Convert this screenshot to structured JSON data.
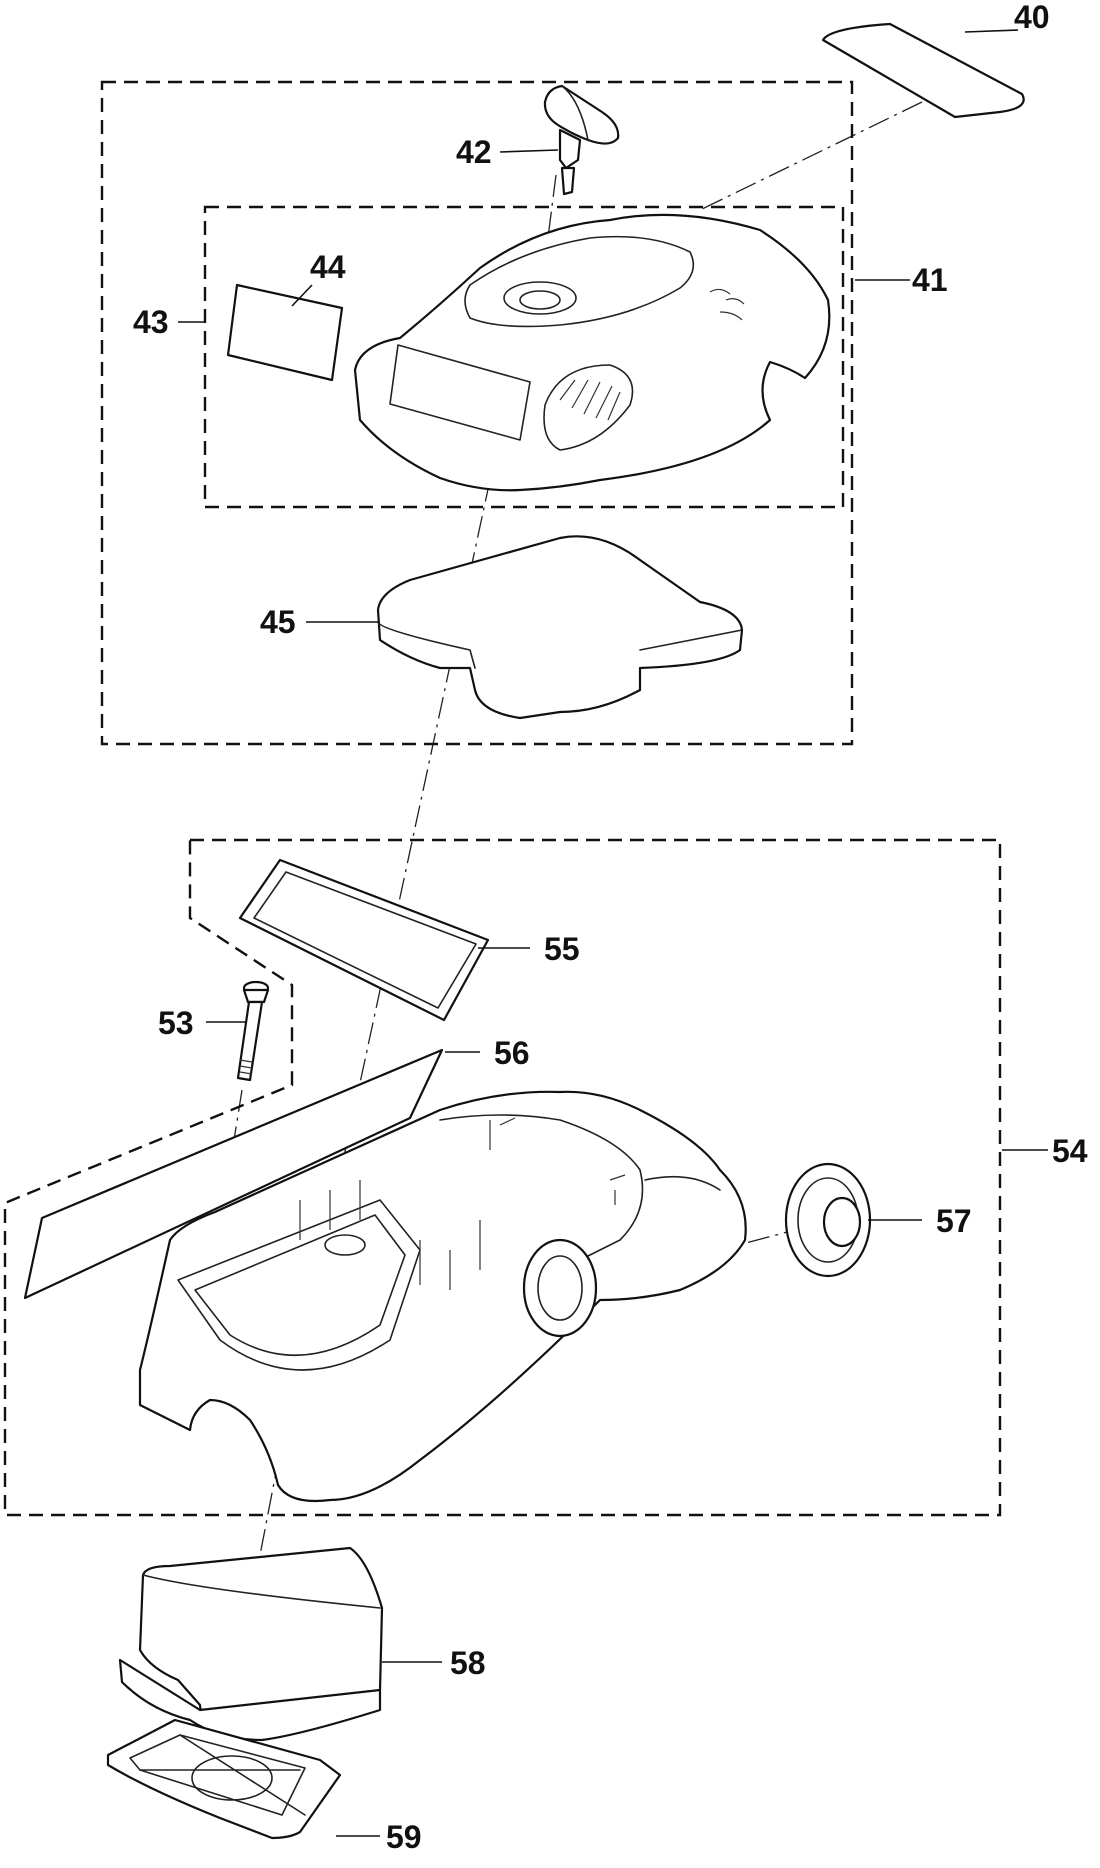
{
  "diagram": {
    "type": "exploded-parts-view",
    "callouts": [
      {
        "id": "c40",
        "label": "40"
      },
      {
        "id": "c41",
        "label": "41"
      },
      {
        "id": "c42",
        "label": "42"
      },
      {
        "id": "c43",
        "label": "43"
      },
      {
        "id": "c44",
        "label": "44"
      },
      {
        "id": "c45",
        "label": "45"
      },
      {
        "id": "c53",
        "label": "53"
      },
      {
        "id": "c54",
        "label": "54"
      },
      {
        "id": "c55",
        "label": "55"
      },
      {
        "id": "c56",
        "label": "56"
      },
      {
        "id": "c57",
        "label": "57"
      },
      {
        "id": "c58",
        "label": "58"
      },
      {
        "id": "c59",
        "label": "59"
      }
    ]
  }
}
